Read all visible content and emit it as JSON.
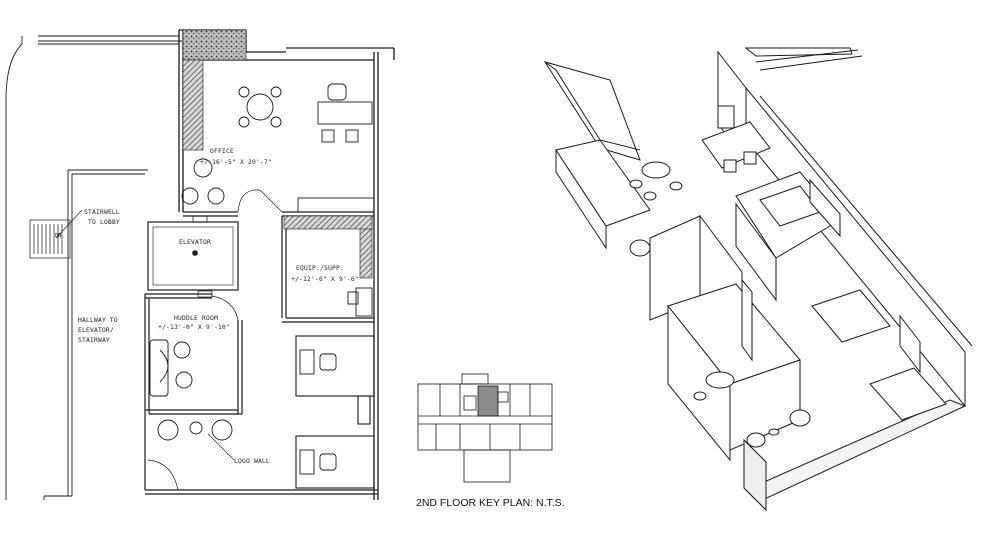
{
  "floor_plan": {
    "rooms": [
      {
        "name": "OFFICE",
        "size": "+/-16'-5\" X 20'-7\""
      },
      {
        "name": "ELEVATOR",
        "size": ""
      },
      {
        "name": "EQUIP./SUPP.",
        "size": "+/-12'-6\" X 9'-6\""
      },
      {
        "name": "HUDDLE ROOM",
        "size": "+/-13'-0\" X 9'-10\""
      }
    ],
    "labels": {
      "stairwell_1": "STAIRWELL",
      "stairwell_2": "TO LOBBY",
      "hallway_1": "HALLWAY TO",
      "hallway_2": "ELEVATOR/",
      "hallway_3": "STAIRWAY",
      "logo_wall": "LOGO WALL",
      "dn": "DN"
    }
  },
  "key_plan": {
    "caption": "2ND FLOOR KEY PLAN: N.T.S."
  },
  "colors": {
    "line": "#1a1a1a",
    "hatch": "#6d6d6d",
    "highlight": "#8a8a8a"
  }
}
